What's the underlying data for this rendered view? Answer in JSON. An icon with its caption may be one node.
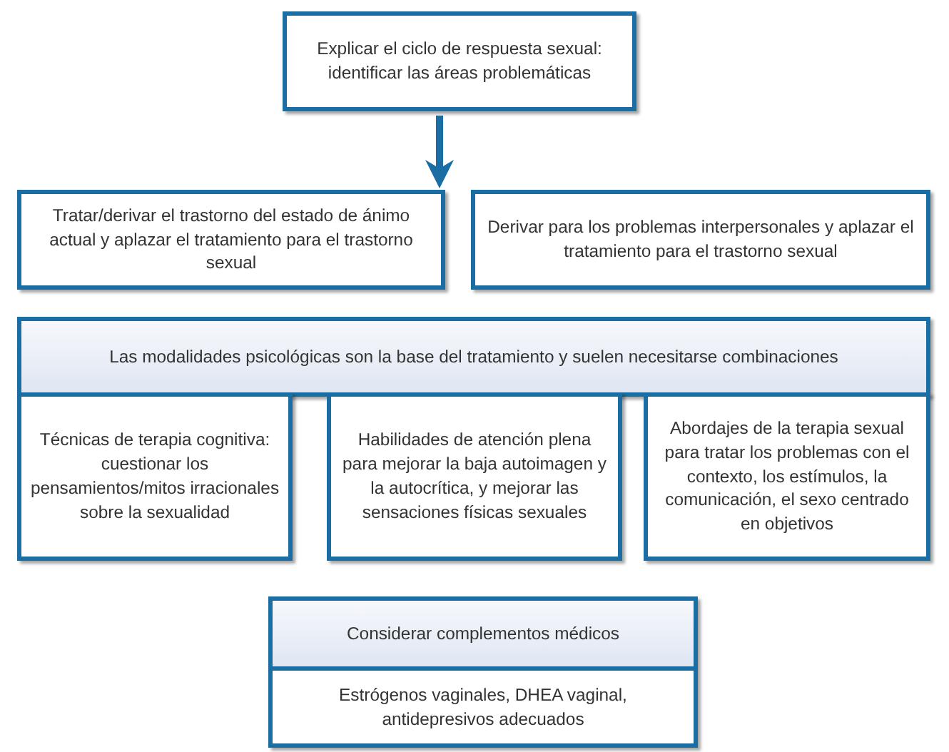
{
  "diagram": {
    "nodes": [
      {
        "text": [
          "Explicar el ciclo de respuesta sexual: identificar las áreas problemáticas"
        ]
      },
      {
        "text": [
          "Tratar/derivar el trastorno del estado de ánimo actual y aplazar el tratamiento para el trastorno sexual"
        ]
      },
      {
        "text": [
          "Derivar para los problemas interpersonales y aplazar el tratamiento para el trastorno sexual"
        ]
      },
      {
        "text": [
          "Las modalidades psicológicas son la base del tratamiento y suelen necesitarse combinaciones"
        ]
      },
      {
        "text": [
          "Técnicas de terapia cognitiva: cuestionar los pensamientos/mitos irracionales sobre la sexualidad"
        ]
      },
      {
        "text": [
          "Habilidades de atención plena para mejorar la baja autoimagen y la autocrítica, y mejorar las sensaciones físicas sexuales"
        ]
      },
      {
        "text": [
          "Abordajes de la terapia sexual para tratar los problemas con el contexto, los estímulos, la comunicación, el sexo centrado en objetivos"
        ]
      },
      {
        "text": [
          "Considerar complementos médicos",
          "Estrógenos vaginales, DHEA vaginal, antidepresivos adecuados"
        ]
      }
    ],
    "edges": [
      {
        "from": 0,
        "to": 1,
        "arrow": "to"
      }
    ]
  }
}
